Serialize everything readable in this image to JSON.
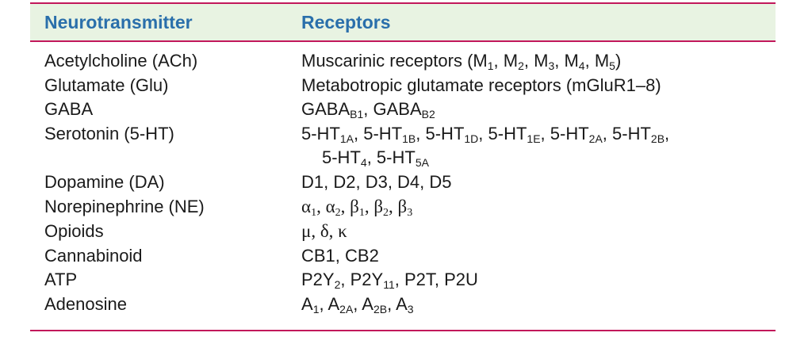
{
  "headers": {
    "col1": "Neurotransmitter",
    "col2": "Receptors"
  },
  "rows": [
    {
      "nt": "Acetylcholine (ACh)",
      "rec": "Muscarinic receptors (M<sub>1</sub>, M<sub>2</sub>, M<sub>3</sub>, M<sub>4</sub>, M<sub>5</sub>)"
    },
    {
      "nt": "Glutamate (Glu)",
      "rec": "Metabotropic glutamate receptors (mGluR1–8)"
    },
    {
      "nt": "GABA",
      "rec": "GABA<sub>B1</sub>, GABA<sub>B2</sub>"
    },
    {
      "nt": "Serotonin (5-HT)",
      "rec": "5-HT<sub>1A</sub>, 5-HT<sub>1B</sub>, 5-HT<sub>1D</sub>, 5-HT<sub>1E</sub>, 5-HT<sub>2A</sub>, 5-HT<sub>2B</sub>,",
      "rec2": "5-HT<sub>4</sub>, 5-HT<sub>5A</sub>"
    },
    {
      "nt": "Dopamine (DA)",
      "rec": "D1, D2, D3, D4, D5"
    },
    {
      "nt": "Norepinephrine (NE)",
      "rec": "α<sub>1</sub>, α<sub>2</sub>, β<sub>1</sub>, β<sub>2</sub>, β<sub>3</sub>",
      "serif": true
    },
    {
      "nt": "Opioids",
      "rec": "μ, δ, κ",
      "serif": true
    },
    {
      "nt": "Cannabinoid",
      "rec": "CB1, CB2"
    },
    {
      "nt": "ATP",
      "rec": "P2Y<sub>2</sub>, P2Y<sub>11</sub>, P2T, P2U"
    },
    {
      "nt": "Adenosine",
      "rec": "A<sub>1</sub>, A<sub>2A</sub>, A<sub>2B</sub>, A<sub>3</sub>"
    }
  ]
}
